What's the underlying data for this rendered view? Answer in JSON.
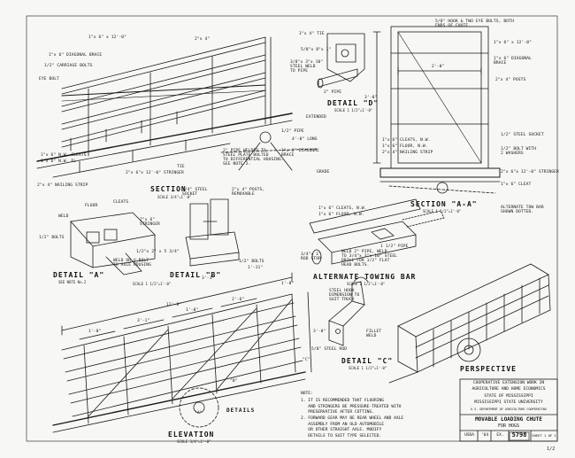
{
  "titles": {
    "section": "SECTION",
    "section_scale": "SCALE 3/4\"=1'-0\"",
    "section_aa": "SECTION \"A-A\"",
    "section_aa_scale": "SCALE 1 1/2\"=1'-0\"",
    "detail_d": "DETAIL \"D\"",
    "detail_d_scale": "SCALE 1 1/2\"=1'-0\"",
    "detail_a": "DETAIL \"A\"",
    "detail_a_note": "SEE NOTE No.2",
    "detail_b": "DETAIL \"B\"",
    "details_ab_scale": "SCALE 1 1/2\"=1'-0\"",
    "alt_towing_bar": "ALTERNATE TOWING BAR",
    "alt_towing_scale": "SCALE 1 1/2\"=1'-0\"",
    "detail_c": "DETAIL \"C\"",
    "detail_c_scale": "SCALE 1 1/2\"=1'-0\"",
    "elevation": "ELEVATION",
    "elevation_scale": "SCALE 3/4\"=1'-0\"",
    "perspective": "PERSPECTIVE",
    "details": "DETAILS"
  },
  "section_labels": {
    "diag_brace_top": "1\"x 6\" x 12'-0\"",
    "diag_brace": "1\"x 6\" DIAGONAL BRACE",
    "carriage_bolts": "1/2\" CARRIAGE BOLTS",
    "eye_bolt": "EYE BOLT",
    "post_2x4": "2\"x 4\"",
    "tie": "1\"x 4\" TIE",
    "cleats": "1\"x 6\" N.W. CLEATS",
    "floor": "1\"x 6\" N.W. FL",
    "nailing_strip": "2\"x 4\" NAILING STRIP",
    "stringer": "2\"x 6\"x 12'-0\" STRINGER",
    "pipe_welded": "2\" PIPE WELDED TO\nSTEEL PLATE BOLTED\nTO DIFFERENTIAL HOUSING.\nSEE NOTE 2.",
    "tie2": "TIE",
    "long_4_0": "4'-0\" LONG",
    "diag_brace2": "1\"x 6\" DIAGONAL\nBRACE",
    "extended": "EXTENDED",
    "grade": "GRADE",
    "half_pipe": "1/2\" PIPE"
  },
  "detail_d_labels": {
    "plate": "5/8\"x 8\"x 1\"",
    "steel": "3/8\"x 3\"x 10\"\nSTEEL WELD\nTO PIPE",
    "pipe": "2\" PIPE"
  },
  "section_aa_labels": {
    "hook": "5/8\" HOOK & TWO EYE BOLTS, BOTH\nENDS OF CHUTE",
    "top_board": "1\"x 6\" x 12'-0\"",
    "diag": "1\"x 6\" DIAGONAL\nBRACE",
    "posts": "2\"x 4\" POSTS",
    "width": "2'-0\"",
    "height": "3'-0\"",
    "cleats": "1\"x 6\" CLEATS, N.W.",
    "floor": "1\"x 6\" FLOOR, N.W.",
    "nailing": "2\"x 4\" NAILING STRIP",
    "socket": "1/2\" STEEL SOCKET",
    "bolt": "1/2\" BOLT WITH\n2 WASHERS",
    "stringer": "2\"x 6\"x 12'-0\" STRINGER",
    "cleat": "1\"x 6\" CLEAT",
    "alt_tow": "ALTERNATE TOW BAR\nSHOWN DOTTED."
  },
  "detail_a_labels": {
    "weld": "WELD",
    "floor": "FLOOR",
    "cleats": "CLEATS",
    "bolts": "1/2\" BOLTS",
    "stringer": "2\"x 6\"\nSTRINGER",
    "plate": "1/2\"x 2\" x 5 3/4\"",
    "weld_ubolt": "WELD OR U-BOLT\nTO AXLE HOUSING"
  },
  "detail_b_labels": {
    "socket": "1/4\" STEEL\nSOCKET",
    "posts": "2\"x 4\" POSTS,\nREMOVABLE",
    "bolts": "1/2\" BOLTS"
  },
  "towing_labels": {
    "cleats": "1\"x 6\" CLEATS, N.W.",
    "floor": "1\"x 6\" FLOOR, N.W.",
    "pipe": "1 1/2\" PIPE",
    "weld": "WELD 2\" PIPE, WELD\nTO 3/4\"x 3\"x 10\" STEEL\nDRILL FOR 1/2\" FLAT\nHEAD BOLTS.",
    "rod": "3/4\"x 1\"\nROD STOP"
  },
  "detail_c_labels": {
    "hook": "STEEL HOOK\nDIMENSION TO\nSUIT TRUCK",
    "fillet": "FILLET\nWELD",
    "steel": "5/8\" STEEL ROD"
  },
  "elevation_labels": {
    "overall": "12'-0\"",
    "a": "1'-8\"",
    "b": "3'-1\"",
    "c": "1'-8\"",
    "d": "2'-6\"",
    "e": "3'-1\"",
    "f": "1'-11\"",
    "g": "1'-8\"",
    "height": "3'-0\"",
    "callout_b": "\"B\"",
    "callout_a": "\"A\"",
    "callout_c": "\"C\""
  },
  "notes": {
    "heading": "NOTE:",
    "n1": "1. IT IS RECOMMENDED THAT FLOORING\n   AND STRINGERS BE PRESSURE-TREATED WITH\n   PRESERVATIVE AFTER CUTTING.",
    "n2": "2. FORWARD GEAR MAY BE REAR WHEEL AND AXLE\n   ASSEMBLY FROM AN OLD AUTOMOBILE\n   OR OTHER STRAIGHT AXLE. MODIFY\n   DETAILS TO SUIT TYPE SELECTED."
  },
  "title_block": {
    "org1": "COOPERATIVE EXTENSION WORK IN",
    "org2": "AGRICULTURE AND HOME ECONOMICS",
    "state": "STATE OF MISSISSIPPI",
    "univ": "MISSISSIPPI STATE UNIVERSITY",
    "usda_line": "U.S. DEPARTMENT OF AGRICULTURE COOPERATING",
    "title1": "MOVABLE LOADING CHUTE",
    "title2": "FOR HOGS",
    "usda": "USDA",
    "year": "'64",
    "ex": "EX.",
    "number": "5798",
    "sheet": "SHEET 1 OF 1"
  },
  "margin_mark": "1/2"
}
